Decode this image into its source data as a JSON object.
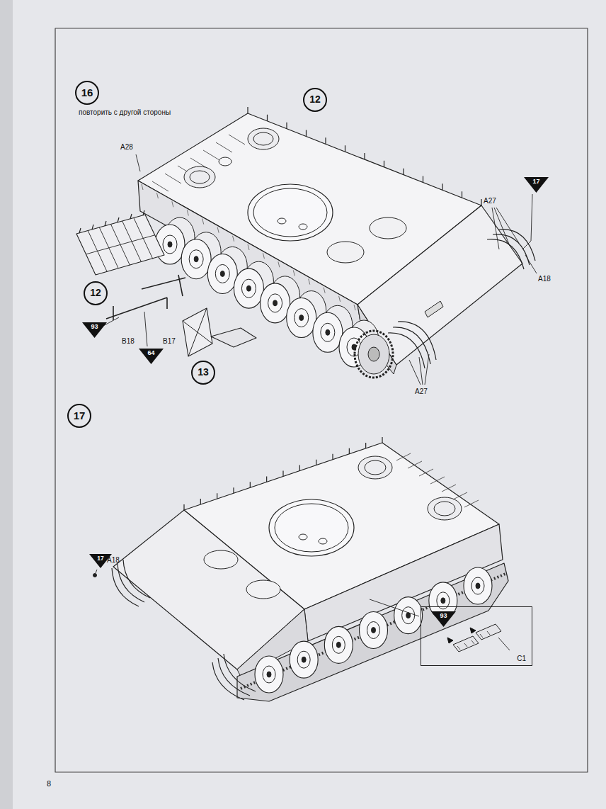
{
  "diagram": {
    "nodes": [
      {
        "text": [
          "16"
        ]
      },
      {
        "text": [
          "12"
        ]
      },
      {
        "text": [
          "12"
        ]
      },
      {
        "text": [
          "13"
        ]
      },
      {
        "text": [
          "17"
        ]
      },
      {
        "text": [
          "93"
        ]
      },
      {
        "text": [
          "64"
        ]
      },
      {
        "text": [
          "17"
        ]
      },
      {
        "text": [
          "17"
        ]
      },
      {
        "text": [
          "C1"
        ]
      },
      {
        "text": [
          "93"
        ],
        "in": 9
      }
    ],
    "labels": [
      "повторить с другой стороны",
      "A28",
      "A27",
      "A18",
      "B18",
      "B17",
      "A27",
      "A18",
      "8"
    ]
  }
}
